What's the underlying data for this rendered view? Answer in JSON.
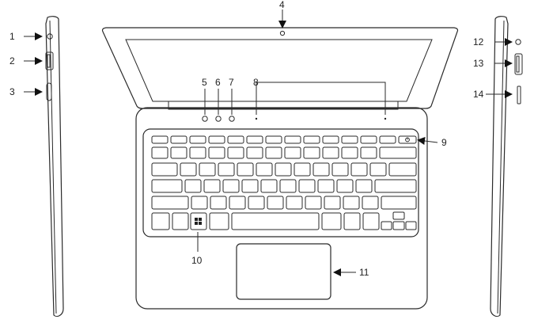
{
  "callouts": {
    "c1": "1",
    "c2": "2",
    "c3": "3",
    "c4": "4",
    "c5": "5",
    "c6": "6",
    "c7": "7",
    "c8": "8",
    "c9": "9",
    "c10": "10",
    "c11": "11",
    "c12": "12",
    "c13": "13",
    "c14": "14"
  },
  "keyboard": {
    "windows_key_icon": "windows-logo-icon",
    "power_key_icon": "power-icon"
  }
}
